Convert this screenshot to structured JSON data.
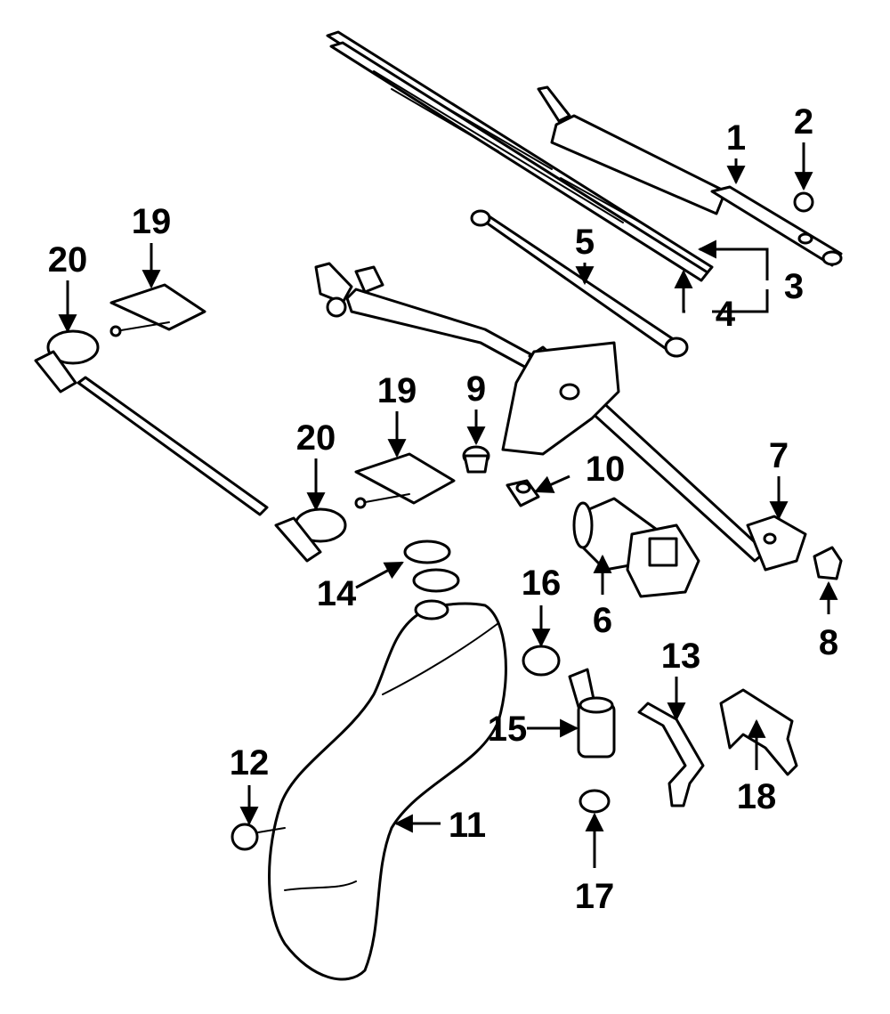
{
  "diagram": {
    "background": "#ffffff",
    "ink": "#000000",
    "callouts": [
      {
        "id": "1",
        "text": "1"
      },
      {
        "id": "2",
        "text": "2"
      },
      {
        "id": "3",
        "text": "3"
      },
      {
        "id": "4",
        "text": "4"
      },
      {
        "id": "5",
        "text": "5"
      },
      {
        "id": "6",
        "text": "6"
      },
      {
        "id": "7",
        "text": "7"
      },
      {
        "id": "8",
        "text": "8"
      },
      {
        "id": "9",
        "text": "9"
      },
      {
        "id": "10",
        "text": "10"
      },
      {
        "id": "11",
        "text": "11"
      },
      {
        "id": "12",
        "text": "12"
      },
      {
        "id": "13",
        "text": "13"
      },
      {
        "id": "14",
        "text": "14"
      },
      {
        "id": "15",
        "text": "15"
      },
      {
        "id": "16",
        "text": "16"
      },
      {
        "id": "17",
        "text": "17"
      },
      {
        "id": "18",
        "text": "18"
      },
      {
        "id": "19a",
        "text": "19"
      },
      {
        "id": "19b",
        "text": "19"
      },
      {
        "id": "20a",
        "text": "20"
      },
      {
        "id": "20b",
        "text": "20"
      }
    ]
  }
}
